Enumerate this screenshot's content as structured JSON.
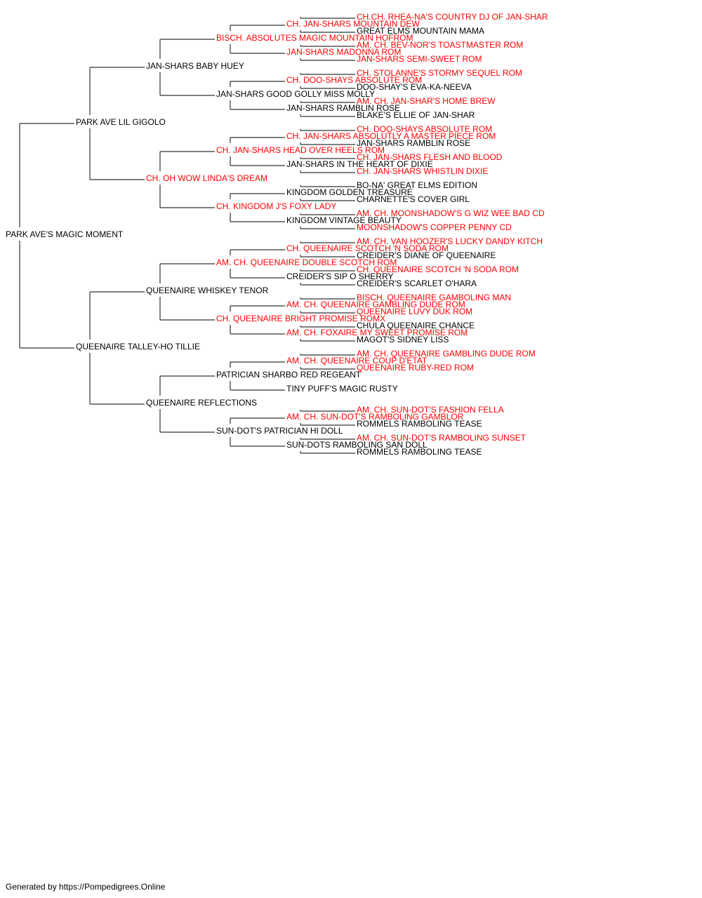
{
  "pedigree": {
    "subject": {
      "name": "PARK AVE'S MAGIC MOMENT",
      "champion": false
    },
    "generation1": [
      {
        "name": "PARK AVE LIL GIGOLO",
        "champion": false
      },
      {
        "name": "QUEENAIRE TALLEY-HO TILLIE",
        "champion": false
      }
    ],
    "generation2": [
      {
        "name": "JAN-SHARS BABY HUEY",
        "champion": false
      },
      {
        "name": "CH. OH WOW LINDA'S DREAM",
        "champion": true
      },
      {
        "name": "QUEENAIRE WHISKEY TENOR",
        "champion": false
      },
      {
        "name": "QUEENAIRE REFLECTIONS",
        "champion": false
      }
    ],
    "generation3": [
      {
        "name": "BISCH. ABSOLUTES MAGIC MOUNTAIN HOFROM",
        "champion": true
      },
      {
        "name": "JAN-SHARS GOOD GOLLY MISS MOLLY",
        "champion": false
      },
      {
        "name": "CH. JAN-SHARS HEAD OVER HEELS ROM",
        "champion": true
      },
      {
        "name": "CH. KINGDOM J'S FOXY LADY",
        "champion": true
      },
      {
        "name": "AM. CH. QUEENAIRE DOUBLE SCOTCH ROM",
        "champion": true
      },
      {
        "name": "CH. QUEENAIRE BRIGHT PROMISE ROMX",
        "champion": true
      },
      {
        "name": "PATRICIAN SHARBO RED REGEANT",
        "champion": false
      },
      {
        "name": "SUN-DOT'S PATRICIAN HI DOLL",
        "champion": false
      }
    ],
    "generation4": [
      {
        "name": "CH. JAN-SHARS MOUNTAIN DEW",
        "champion": true
      },
      {
        "name": "JAN-SHARS MADONNA ROM",
        "champion": true
      },
      {
        "name": "CH. DOO-SHAYS ABSOLUTE ROM",
        "champion": true
      },
      {
        "name": "JAN-SHARS RAMBLIN ROSE",
        "champion": false
      },
      {
        "name": "CH. JAN-SHARS ABSOLUTLY A MASTER PIECE ROM",
        "champion": true
      },
      {
        "name": "JAN-SHARS IN THE HEART OF DIXIE",
        "champion": false
      },
      {
        "name": "KINGDOM GOLDEN TREASURE",
        "champion": false
      },
      {
        "name": "KINGDOM VINTAGE BEAUTY",
        "champion": false
      },
      {
        "name": "CH. QUEENAIRE SCOTCH 'N SODA ROM",
        "champion": true
      },
      {
        "name": "CREIDER'S SIP O SHERRY",
        "champion": false
      },
      {
        "name": "AM. CH. QUEENAIRE GAMBLING DUDE ROM",
        "champion": true
      },
      {
        "name": "AM. CH. FOXAIRE MY SWEET PROMISE ROM",
        "champion": true
      },
      {
        "name": "AM. CH. QUEENAIRE COUP D'ETAT",
        "champion": true
      },
      {
        "name": "TINY PUFF'S MAGIC RUSTY",
        "champion": false
      },
      {
        "name": "AM. CH. SUN-DOT'S RAMBOLING GAMBLOR",
        "champion": true
      },
      {
        "name": "SUN-DOTS RAMBOLING SAN DOLL",
        "champion": false
      }
    ],
    "generation5": [
      {
        "name": "CH.CH. RHEA-NA'S COUNTRY DJ OF JAN-SHAR",
        "champion": true
      },
      {
        "name": "GREAT ELMS MOUNTAIN MAMA",
        "champion": false
      },
      {
        "name": "AM. CH. BEV-NOR'S TOASTMASTER ROM",
        "champion": true
      },
      {
        "name": "JAN-SHARS SEMI-SWEET ROM",
        "champion": true
      },
      {
        "name": "CH. STOLANNE'S STORMY SEQUEL ROM",
        "champion": true
      },
      {
        "name": "DOO-SHAY'S EVA-KA-NEEVA",
        "champion": false
      },
      {
        "name": "AM. CH. JAN-SHAR'S HOME BREW",
        "champion": true
      },
      {
        "name": "BLAKE'S ELLIE OF JAN-SHAR",
        "champion": false
      },
      {
        "name": "CH. DOO-SHAYS ABSOLUTE ROM",
        "champion": true
      },
      {
        "name": "JAN-SHARS RAMBLIN ROSE",
        "champion": false
      },
      {
        "name": "CH. JAN-SHARS FLESH AND BLOOD",
        "champion": true
      },
      {
        "name": "CH. JAN-SHARS WHISTLIN DIXIE",
        "champion": true
      },
      {
        "name": "BO-NA' GREAT ELMS EDITION",
        "champion": false
      },
      {
        "name": "CHARNETTE'S COVER GIRL",
        "champion": false
      },
      {
        "name": "AM. CH. MOONSHADOW'S G WIZ WEE BAD CD",
        "champion": true
      },
      {
        "name": "MOONSHADOW'S COPPER PENNY CD",
        "champion": true
      },
      {
        "name": "AM. CH. VAN HOOZER'S LUCKY DANDY KITCH",
        "champion": true
      },
      {
        "name": "CREIDER'S DIANE OF QUEENAIRE",
        "champion": false
      },
      {
        "name": "CH. QUEENAIRE SCOTCH 'N SODA ROM",
        "champion": true
      },
      {
        "name": "CREIDER'S SCARLET O'HARA",
        "champion": false
      },
      {
        "name": "BISCH. QUEENAIRE GAMBOLING MAN",
        "champion": true
      },
      {
        "name": "QUEENAIRE LUVY DUK ROM",
        "champion": true
      },
      {
        "name": "CHULA QUEENAIRE CHANCE",
        "champion": false
      },
      {
        "name": "MAGOT'S SIDNEY LISS",
        "champion": false
      },
      {
        "name": "AM. CH. QUEENAIRE GAMBLING DUDE ROM",
        "champion": true
      },
      {
        "name": "QUEENAIRE RUBY-RED ROM",
        "champion": true
      },
      {
        "name": "",
        "champion": false
      },
      {
        "name": "",
        "champion": false
      },
      {
        "name": "AM. CH. SUN-DOT'S FASHION FELLA",
        "champion": true
      },
      {
        "name": "ROMMELS RAMBOLING TEASE",
        "champion": false
      },
      {
        "name": "AM. CH. SUN-DOT'S RAMBOLING SUNSET",
        "champion": true
      },
      {
        "name": "ROMMELS RAMBOLING TEASE",
        "champion": false
      }
    ]
  },
  "colors": {
    "champion": "#ff0000",
    "normal": "#000000",
    "connector": "#333333"
  },
  "footer": "Generated by https://Pompedigrees.Online"
}
